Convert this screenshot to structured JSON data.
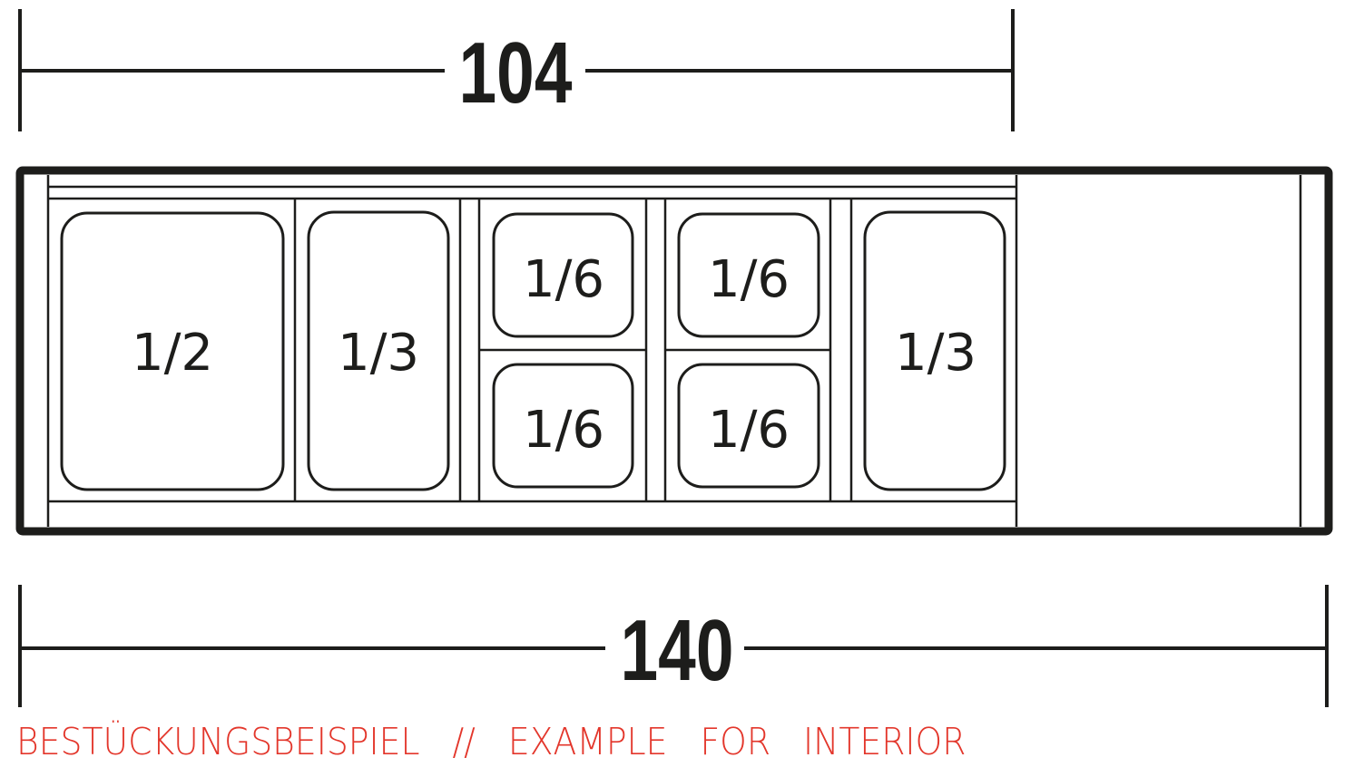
{
  "dimensions": {
    "top_width": "104",
    "total_width": "140"
  },
  "pans": [
    {
      "label": "1/2"
    },
    {
      "label": "1/3"
    },
    {
      "label": "1/6"
    },
    {
      "label": "1/6"
    },
    {
      "label": "1/6"
    },
    {
      "label": "1/6"
    },
    {
      "label": "1/3"
    }
  ],
  "caption": "BESTÜCKUNGSBEISPIEL   //   EXAMPLE   FOR   INTERIOR",
  "colors": {
    "line": "#1d1d1b",
    "caption": "#e3362b"
  }
}
